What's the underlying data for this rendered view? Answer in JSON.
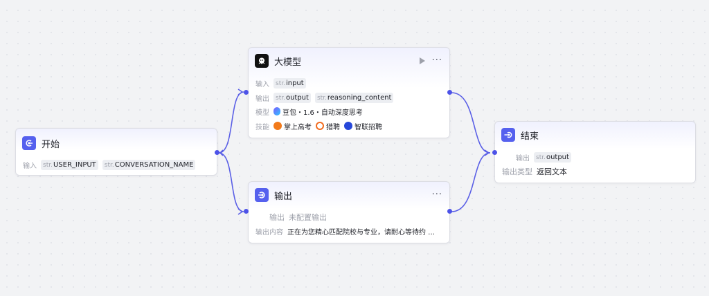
{
  "canvas": {
    "background": "#f2f3f5",
    "edge_color": "#5a5fe6",
    "accent": "#5560ee"
  },
  "nodes": {
    "start": {
      "title": "开始",
      "icon": "start-icon",
      "input_label": "输入",
      "inputs": [
        {
          "type": "str.",
          "name": "USER_INPUT"
        },
        {
          "type": "str.",
          "name": "CONVERSATION_NAME"
        }
      ]
    },
    "llm": {
      "title": "大模型",
      "icon": "llm-icon",
      "input_label": "输入",
      "inputs": [
        {
          "type": "str.",
          "name": "input"
        }
      ],
      "output_label": "输出",
      "outputs": [
        {
          "type": "str.",
          "name": "output"
        },
        {
          "type": "str.",
          "name": "reasoning_content"
        }
      ],
      "model_label": "模型",
      "model": "豆包・1.6・自动深度思考",
      "skills_label": "技能",
      "skills": [
        {
          "name": "掌上高考",
          "color": "#f27a1a"
        },
        {
          "name": "猎聘",
          "color": "#f26b1d"
        },
        {
          "name": "智联招聘",
          "color": "#2647d9"
        }
      ],
      "run": "play-icon",
      "more": "···"
    },
    "output": {
      "title": "输出",
      "icon": "output-icon",
      "output_label": "输出",
      "output_value": "未配置输出",
      "content_label": "输出内容",
      "content_value": "正在为您精心匹配院校与专业，请耐心等待约 …",
      "more": "···"
    },
    "end": {
      "title": "结束",
      "icon": "end-icon",
      "output_label": "输出",
      "outputs": [
        {
          "type": "str.",
          "name": "output"
        }
      ],
      "type_label": "输出类型",
      "type_value": "返回文本"
    }
  }
}
